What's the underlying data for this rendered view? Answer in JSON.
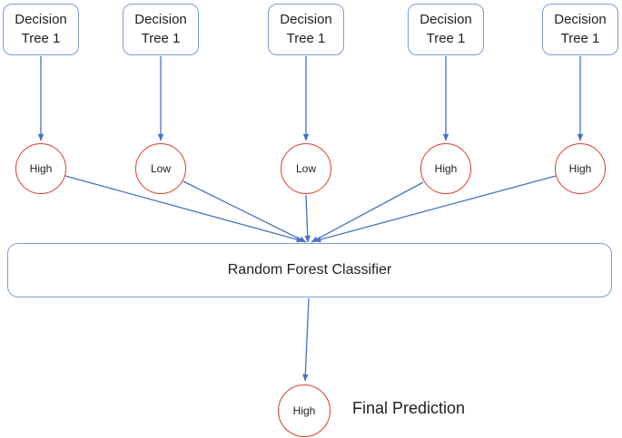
{
  "diagram": {
    "trees": [
      "Decision Tree 1",
      "Decision Tree 1",
      "Decision Tree 1",
      "Decision Tree 1",
      "Decision Tree 1"
    ],
    "outputs": [
      "High",
      "Low",
      "Low",
      "High",
      "High"
    ],
    "classifier_label": "Random Forest Classifier",
    "final_output": "High",
    "final_caption": "Final Prediction"
  },
  "colors": {
    "connector_blue": "#4472C4",
    "shape_border_blue": "#7E9BD4",
    "circle_border_red": "#DD3B2F",
    "text": "#1F1F1F",
    "background": "#FFFFFF"
  }
}
